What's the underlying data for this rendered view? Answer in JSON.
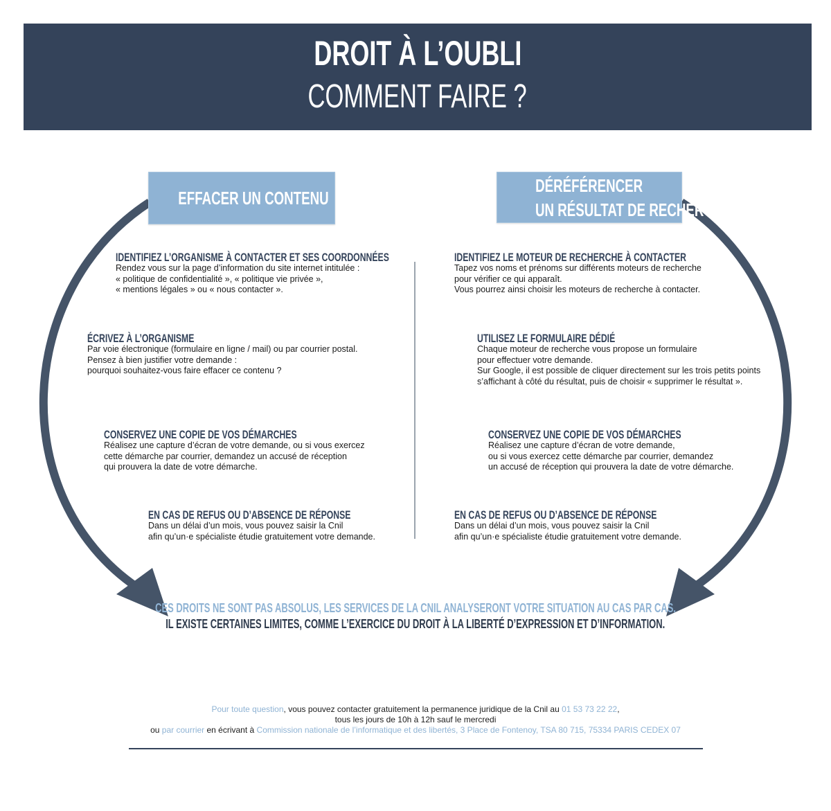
{
  "header": {
    "title": "DROIT À L’OUBLI",
    "subtitle": "COMMENT FAIRE ?"
  },
  "colors": {
    "header_bg": "#34435a",
    "box_bg": "#8fb3d4",
    "arrow": "#455468",
    "accent_light": "#8fb3d4"
  },
  "left": {
    "title": "EFFACER UN CONTENU",
    "steps": [
      {
        "heading": "IDENTIFIEZ L’ORGANISME À CONTACTER ET SES COORDONNÉES",
        "body": "Rendez vous sur la page d’information du site internet intitulée :\n« politique de confidentialité », « politique vie privée »,\n« mentions légales » ou « nous contacter »."
      },
      {
        "heading": "ÉCRIVEZ À L’ORGANISME",
        "body": "Par voie électronique (formulaire en ligne / mail) ou par courrier postal.\nPensez à bien justifier votre demande :\npourquoi souhaitez-vous faire effacer ce contenu ?"
      },
      {
        "heading": "CONSERVEZ UNE COPIE DE VOS DÉMARCHES",
        "body": "Réalisez une capture d’écran de votre demande, ou si vous exercez\ncette démarche par courrier, demandez un accusé de réception\nqui prouvera la date de votre démarche."
      },
      {
        "heading": "EN CAS DE REFUS OU D’ABSENCE DE RÉPONSE",
        "body": "Dans un délai d’un mois, vous pouvez saisir la Cnil\nafin qu’un·e spécialiste étudie gratuitement votre demande."
      }
    ]
  },
  "right": {
    "title_line1": "DÉRÉFÉRENCER",
    "title_line2": "UN RÉSULTAT DE RECHERCHE",
    "steps": [
      {
        "heading": "IDENTIFIEZ LE MOTEUR DE RECHERCHE À CONTACTER",
        "body": "Tapez vos noms et prénoms sur différents moteurs de recherche\npour vérifier ce qui apparaît.\nVous pourrez ainsi choisir les moteurs de recherche à contacter."
      },
      {
        "heading": "UTILISEZ LE FORMULAIRE DÉDIÉ",
        "body": "Chaque moteur de recherche vous propose un formulaire\npour effectuer votre demande.\nSur Google, il est possible de cliquer directement sur les trois petits points\ns’affichant à côté du résultat, puis de choisir « supprimer le résultat »."
      },
      {
        "heading": "CONSERVEZ UNE COPIE DE VOS DÉMARCHES",
        "body": "Réalisez une capture d’écran de votre demande,\nou si vous exercez cette démarche par courrier, demandez\nun accusé de réception qui prouvera la date de votre démarche."
      },
      {
        "heading": "EN CAS DE REFUS OU D’ABSENCE DE RÉPONSE",
        "body": "Dans un délai d’un mois, vous pouvez saisir la Cnil\nafin qu’un·e spécialiste étudie gratuitement votre demande."
      }
    ]
  },
  "notes": {
    "line1": "CES DROITS NE SONT PAS ABSOLUS, LES SERVICES DE LA CNIL ANALYSERONT VOTRE SITUATION AU CAS PAR CAS.",
    "line2": "IL EXISTE CERTAINES LIMITES, COMME L’EXERCICE DU DROIT À LA LIBERTÉ D’EXPRESSION ET D’INFORMATION."
  },
  "footer": {
    "l1a": "Pour toute question",
    "l1b": ", vous pouvez contacter gratuitement la permanence juridique de la Cnil au ",
    "phone": "01 53 73 22 22",
    "l1c": ",",
    "l2": "tous les jours de 10h à 12h sauf le mercredi",
    "l3a": "ou ",
    "l3b": "par courrier",
    "l3c": " en écrivant à ",
    "address": "Commission nationale de l’informatique et des libertés, 3 Place de Fontenoy, TSA 80 715, 75334 PARIS CEDEX 07"
  }
}
